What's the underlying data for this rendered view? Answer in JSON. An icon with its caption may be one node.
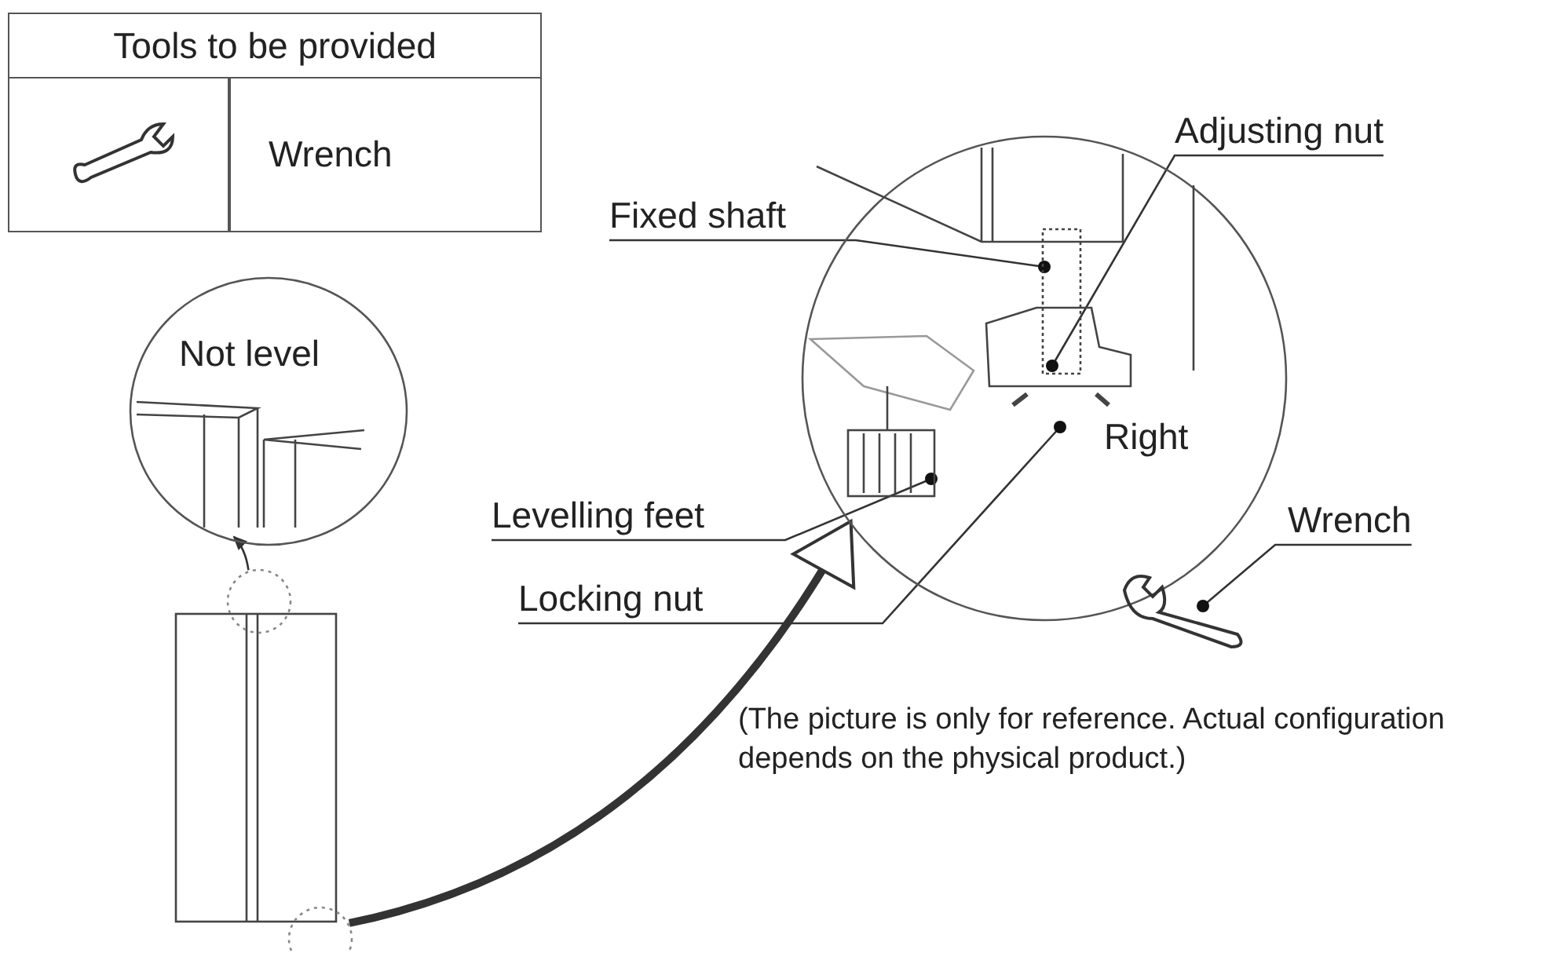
{
  "diagram": {
    "nodes": [
      {
        "text": [],
        "shape": "circle"
      },
      {
        "text": [
          "Adjusting nut"
        ]
      },
      {
        "text": [
          "Fixed shaft"
        ]
      },
      {
        "text": [
          "Not level"
        ]
      },
      {
        "text": [
          "Levelling feet"
        ]
      },
      {
        "text": [
          "Locking nut"
        ]
      },
      {
        "text": [
          "Wrench"
        ]
      },
      {
        "text": [],
        "shape": "picture"
      },
      {
        "text": [],
        "shape": "circle"
      },
      {
        "text": [],
        "shape": "circle"
      }
    ],
    "edges": [
      {
        "from": 8,
        "to": 3,
        "arrow": "to"
      },
      {
        "from": 9,
        "to": 0,
        "arrow": "to",
        "style": "thick"
      },
      {
        "from": 2,
        "to": 0,
        "arrow": "other"
      },
      {
        "from": 1,
        "to": 0,
        "arrow": "other"
      },
      {
        "from": 4,
        "to": 0,
        "arrow": "other"
      },
      {
        "from": 5,
        "to": 0,
        "arrow": "other"
      },
      {
        "from": 6,
        "to": 7,
        "arrow": "other"
      }
    ],
    "labels": [
      "Tools to be provided",
      "Wrench",
      "Right",
      "(The picture is only for reference. Actual configuration depends on the physical product.)"
    ]
  }
}
